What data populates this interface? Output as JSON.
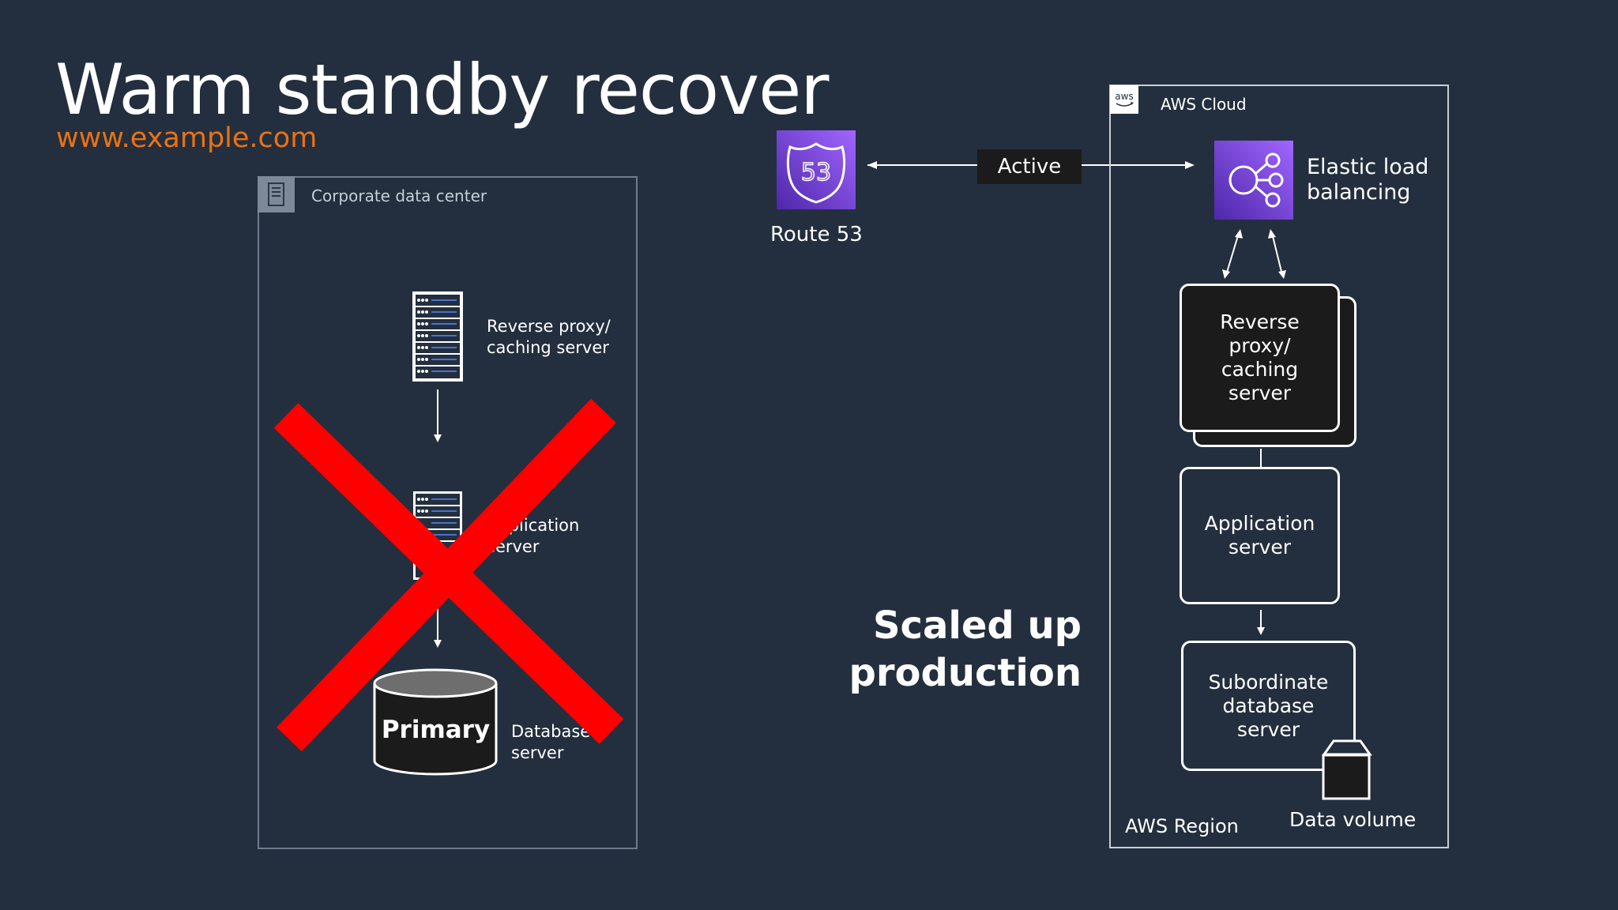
{
  "title": "Warm standby recover",
  "subtitle": "www.example.com",
  "corporate": {
    "box_label": "Corporate data center",
    "reverse_proxy_label": "Reverse proxy/\ncaching server",
    "application_label": "Application\nserver",
    "database_label": "Database\nserver",
    "primary_label": "Primary"
  },
  "aws": {
    "cloud_label": "AWS Cloud",
    "region_label": "AWS Region",
    "elb_label": "Elastic load\nbalancing",
    "reverse_proxy_label": "Reverse\nproxy/\ncaching\nserver",
    "application_label": "Application\nserver",
    "subordinate_label": "Subordinate\ndatabase\nserver",
    "data_volume_label": "Data volume"
  },
  "route53": {
    "label": "Route 53",
    "badge_number": "53"
  },
  "connection": {
    "active_label": "Active"
  },
  "scaled_label": "Scaled up\nproduction",
  "colors": {
    "background": "#232f3e",
    "accent_orange": "#ec7211",
    "purple": "#8c4fff",
    "red_x": "#ff0000"
  },
  "icons": [
    "building-icon",
    "server-rack-icon",
    "database-cylinder-icon",
    "route53-shield-icon",
    "load-balancer-icon",
    "aws-logo-icon",
    "box-volume-icon",
    "red-cross-icon"
  ]
}
